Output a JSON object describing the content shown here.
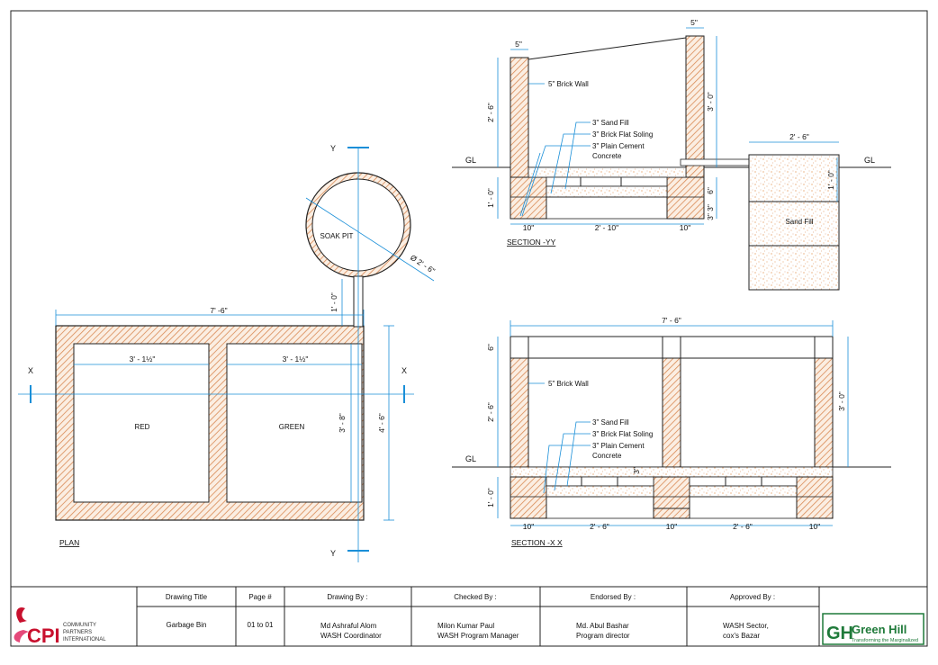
{
  "plan": {
    "caption": "PLAN",
    "left_chamber": "RED",
    "right_chamber": "GREEN",
    "soak_pit": "SOAK PIT",
    "overall_width": "7' -6\"",
    "chamber_width_left": "3' - 1½\"",
    "chamber_width_right": "3' - 1½\"",
    "inner_depth": "3' - 8\"",
    "overall_depth": "4' - 6\"",
    "pipe_length": "1' - 0\"",
    "pit_diameter": "Ø 2' - 6\"",
    "axis_x": "X",
    "axis_y": "Y"
  },
  "section_yy": {
    "caption": "SECTION -YY",
    "wall_note": "5\" Brick Wall",
    "layer_1": "3\" Sand Fill",
    "layer_2": "3\" Brick Flat Soling",
    "layer_3a": "3\" Plain Cement",
    "layer_3b": "Concrete",
    "gl_left": "GL",
    "gl_right": "GL",
    "wall_thick_left": "5\"",
    "wall_thick_right": "5\"",
    "height_left": "2' - 6\"",
    "height_right": "3' - 0\"",
    "depth": "1' - 0\"",
    "base_left": "10\"",
    "base_mid": "2' - 10\"",
    "base_right": "10\"",
    "d6": "6\"",
    "d3a": "3\"",
    "d3b": "3\"",
    "pit_width": "2' - 6\"",
    "pit_depth": "1' - 0\"",
    "sand_fill": "Sand Fill"
  },
  "section_xx": {
    "caption": "SECTION -X X",
    "wall_note": "5\" Brick Wall",
    "layer_1": "3\" Sand Fill",
    "layer_2": "3\" Brick Flat Soling",
    "layer_3a": "3\" Plain Cement",
    "layer_3b": "Concrete",
    "gl": "GL",
    "overall_width": "7' - 6\"",
    "top": "6\"",
    "height_left": "2' - 6\"",
    "height_right": "3' - 0\"",
    "depth": "1' - 0\"",
    "d3": "3\"",
    "b1": "10\"",
    "b2": "2' - 6\"",
    "b3": "10\"",
    "b4": "2' - 6\"",
    "b5": "10\""
  },
  "title_block": {
    "org_logo": "CPI",
    "org_line1": "COMMUNITY",
    "org_line2": "PARTNERS",
    "org_line3": "INTERNATIONAL",
    "h_title": "Drawing Title",
    "h_page": "Page #",
    "h_drawn": "Drawing By :",
    "h_checked": "Checked By :",
    "h_endorsed": "Endorsed By :",
    "h_approved": "Approved By :",
    "v_title": "Garbage Bin",
    "v_page": "01 to 01",
    "v_drawn_1": "Md Ashraful Alom",
    "v_drawn_2": "WASH Coordinator",
    "v_checked_1": "Milon Kumar Paul",
    "v_checked_2": "WASH Program Manager",
    "v_endorsed_1": "Md. Abul Bashar",
    "v_endorsed_2": "Program director",
    "v_approved_1": "WASH Sector,",
    "v_approved_2": "cox's Bazar",
    "gh_mark": "GH",
    "gh_name": "Green Hill",
    "gh_tag": "Transforming the Marginalized"
  },
  "colors": {
    "hatch": "#d98a55",
    "dim": "#1a8fd8",
    "line": "#222222",
    "brand_green": "#1f7a3a",
    "brand_red": "#c8102e"
  }
}
